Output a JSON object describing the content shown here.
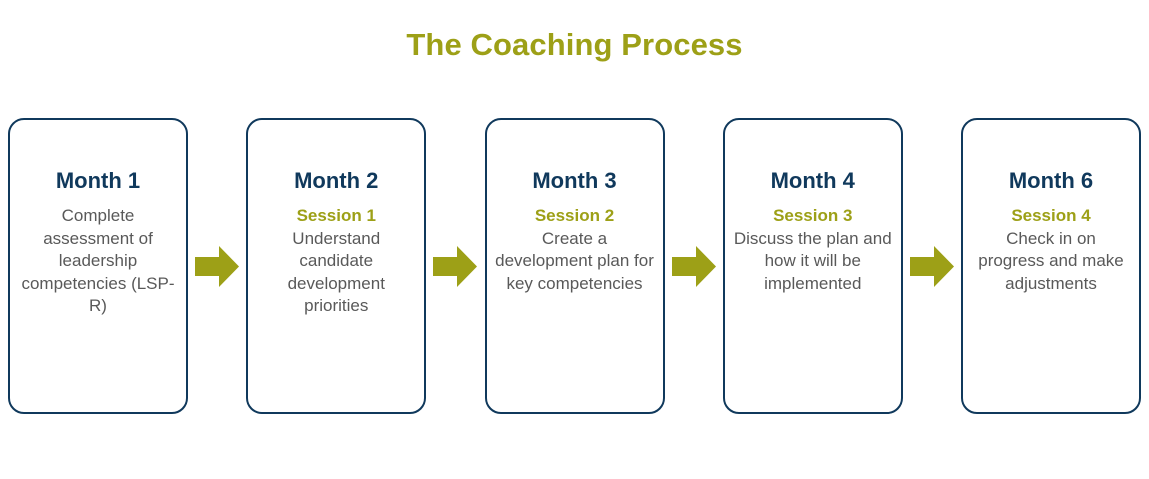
{
  "page": {
    "title": "The Coaching Process",
    "background_color": "#FFFFFF"
  },
  "colors": {
    "accent_olive": "#9DA017",
    "heading_navy": "#10395C",
    "body_gray": "#595959",
    "card_border": "#10395C",
    "card_fill": "#FFFFFF"
  },
  "steps": [
    {
      "heading": "Month 1",
      "session": "",
      "body": "Complete assessment of leadership competencies (LSP-R)"
    },
    {
      "heading": "Month 2",
      "session": "Session 1",
      "body": "Understand candidate development priorities"
    },
    {
      "heading": "Month 3",
      "session": "Session 2",
      "body": "Create a development plan for key competencies"
    },
    {
      "heading": "Month 4",
      "session": "Session 3",
      "body": "Discuss the plan and how it will be implemented"
    },
    {
      "heading": "Month 6",
      "session": "Session 4",
      "body": "Check in on progress and make adjustments"
    }
  ],
  "connectors": [
    {
      "icon": "arrow-right-icon"
    },
    {
      "icon": "arrow-right-icon"
    },
    {
      "icon": "arrow-right-icon"
    },
    {
      "icon": "arrow-right-icon"
    }
  ]
}
